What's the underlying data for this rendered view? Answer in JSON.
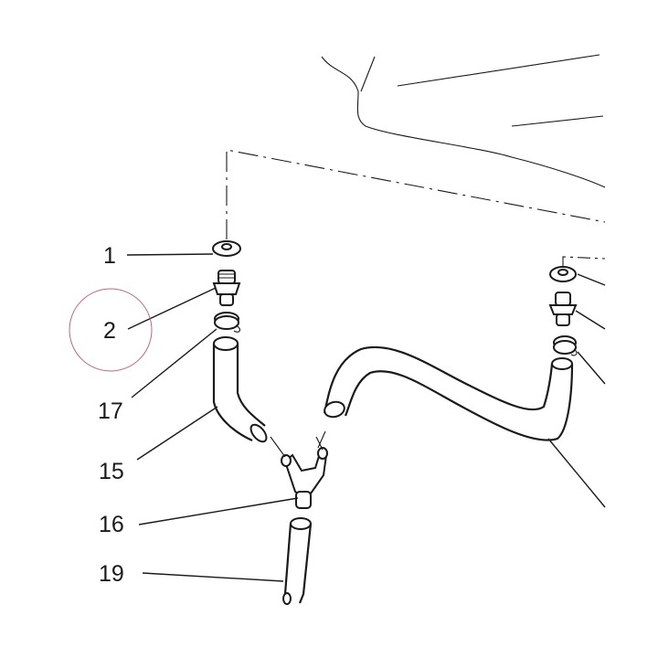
{
  "diagram": {
    "callouts": [
      {
        "id": "1",
        "text": "1"
      },
      {
        "id": "2",
        "text": "2"
      },
      {
        "id": "17",
        "text": "17"
      },
      {
        "id": "15",
        "text": "15"
      },
      {
        "id": "16",
        "text": "16"
      },
      {
        "id": "19",
        "text": "19"
      }
    ],
    "highlight": {
      "label": "2",
      "color": "#c0667a"
    },
    "colors": {
      "ink": "#1a1a1a",
      "paper": "#ffffff"
    }
  }
}
